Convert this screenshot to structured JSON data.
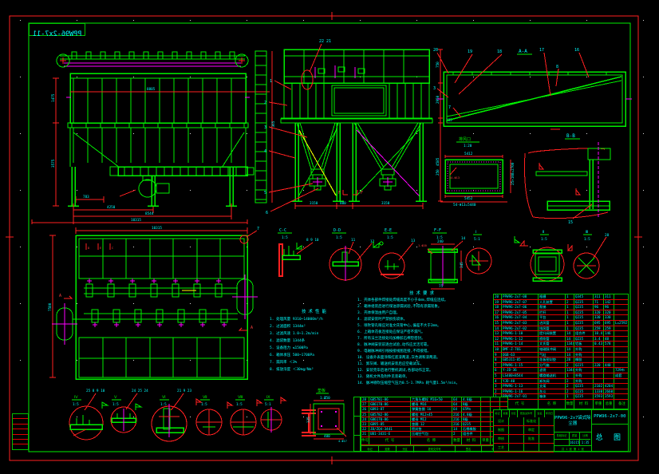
{
  "frame": {
    "mirror_label": "PPW96-2x7-11"
  },
  "labels": {
    "aa": "A-A",
    "bb": "B-B",
    "cc": "C-C",
    "dd": "D-D",
    "ee": "E-E",
    "ff": "F-F",
    "r1i": "Ⅰ",
    "r1ii": "Ⅱ",
    "r1iii": "Ⅲ",
    "s15": "1:5",
    "s51": "5:1",
    "s12": "1:2",
    "s120": "1:20",
    "outlet": "排风口",
    "plate": "垫板"
  },
  "dims": {
    "f783": "783",
    "f4250": "4250",
    "f8544": "8544",
    "f10315": "10315",
    "f1475": "1475",
    "f3575": "3575",
    "f8805": "8805",
    "f7365": "7365",
    "s3150a": "3150",
    "s800": "800",
    "s3150b": "3150",
    "s750": "750",
    "s2950": "2950",
    "s385": "385",
    "s4585": "4585",
    "p10315": "10315",
    "p7500": "7500",
    "o5412": "5412",
    "o5452": "5452",
    "o54n": "54-Φ13=5440",
    "o250": "250",
    "o2700": "25×108=2700",
    "ohole": "54-Φ13",
    "ff240": "240",
    "ff345": "345",
    "ff75": "75",
    "ffhole": "1-Φ20",
    "pl450": "450",
    "pl400": "400",
    "pl325": "325",
    "plhole": "4-Φ17"
  },
  "leaders": {
    "l1": "1",
    "l2": "2",
    "l3": "3",
    "l4": "4",
    "l5": "5",
    "l6": "6",
    "l7": "7",
    "top2221": "22 21",
    "aa20": "20",
    "aa19": "19",
    "aa18": "18",
    "aa17": "17",
    "aa16": "16",
    "aa3": "3",
    "aa7": "7",
    "aa8": "8",
    "bb15": "15",
    "cc8910": "8 9 10",
    "dd11": "11",
    "dd12": "12",
    "ee13": "13",
    "ff14": "14",
    "d28": "28",
    "pa": "A",
    "pf": "F",
    "pd": "D",
    "pe": "E",
    "pc": "C"
  },
  "details2": {
    "leaders": [
      "25 8 9 10",
      "24 25 24",
      "21 9 23"
    ],
    "items": [
      {
        "l": "Ⅳ",
        "s": "1:5"
      },
      {
        "l": "Ⅴ",
        "s": "1:5"
      },
      {
        "l": "Ⅵ",
        "s": "1:5"
      },
      {
        "l": "Ⅶ",
        "s": "1:5"
      },
      {
        "l": "Ⅷ",
        "s": "1:5"
      },
      {
        "l": "Ⅸ",
        "s": "5:1"
      }
    ]
  },
  "tech": {
    "title": "技术性能",
    "items": [
      "1. 处理风量 9310~14000m³/h",
      "2. 过滤面积 1344m²",
      "3. 过滤风速 1.0~1.2m/min",
      "4. 滤袋数量 1344条",
      "5. 设备阻力 ≤1500Pa",
      "6. 箱体承压 500~1700Pa",
      "7. 漏风率 ＜3%",
      "8. 排放浓度 ＜30mg/Nm³"
    ]
  },
  "notes": {
    "title": "技术要求",
    "items": [
      "1. 壳体各部件焊接处焊缝高度不小于4mm,焊缝应连续。",
      "2. 箱体组装后进行煤油渗漏试验,不得有渗漏现象。",
      "3. 壳体保温由用户自理。",
      "4. 滤袋安装时严禁损伤袋体。",
      "5. 喷吹管孔眼应对准文氏管中心,偏差不大于2mm。",
      "6. 上箱体花板连接处应保证严密不漏气。",
      "7. 所有法兰连接处均加橡胶石棉垫密封。",
      "8. 脉冲阀安装前逐台试验,动作应灵活可靠。",
      "9. 电磁脉冲阀引线按接线图连接,不得接错。",
      "10. 设备外表面涂铁红底漆两道,灰色调和漆两道。",
      "11. 卸灰阀、输送机安装后应空载试车。",
      "12. 安装完毕后进行整机调试,各部动作正常。",
      "13. 随机文件及附件见装箱单。",
      "14. 脉冲喷吹压缩空气压力0.5-1.7MPa 耗气量1.5m³/min。"
    ]
  },
  "bom": {
    "headers": [
      "件号",
      "代  号",
      "名  称",
      "数量",
      "材  料",
      "单重",
      "总重",
      "备注"
    ],
    "rows_upper": [
      [
        "20",
        "PPW96-2x7-08",
        "格栅",
        "1",
        "Q345",
        "311",
        "311",
        ""
      ],
      [
        "19",
        "PPW96-2x7-07",
        "人孔装置",
        "2",
        "Q235",
        "71",
        "142",
        ""
      ],
      [
        "18",
        "PPW96-2x7-06",
        "爬梯",
        "1",
        "Q235",
        "96",
        "96",
        ""
      ],
      [
        "17",
        "PPW96-2x7-05",
        "栏杆",
        "1",
        "Q235",
        "320",
        "320",
        ""
      ],
      [
        "16",
        "PPW96-2x7-04",
        "平台",
        "1",
        "Q235",
        "330",
        "330",
        ""
      ],
      [
        "15",
        "PPW96-2x7-03",
        "进风管",
        "1",
        "Q235",
        "695",
        "695",
        "L=2592"
      ],
      [
        "14",
        "PPW96-2x7-02",
        "排风管",
        "1",
        "Q235",
        "259",
        "259",
        ""
      ],
      [
        "13",
        "PPW96-1-10",
        "提升阀装置",
        "14",
        "组合件",
        "10.4",
        "146",
        ""
      ],
      [
        "12",
        "PPW96-1-12",
        "喷吹管",
        "14",
        "Q235",
        "3.4",
        "48",
        ""
      ],
      [
        "11",
        "PPW96-1-14",
        "文氏管",
        "1344",
        "铝板",
        "0.43",
        "578",
        ""
      ],
      [
        "10",
        "DMF-Z-76S",
        "电磁脉冲阀",
        "14",
        "外购",
        "",
        "",
        ""
      ],
      [
        "9",
        "QGB-63",
        "气缸",
        "14",
        "外购",
        "",
        "",
        ""
      ],
      [
        "8",
        "GB5311-85",
        "花板密封垫",
        "28",
        "橡胶",
        "",
        "",
        ""
      ],
      [
        "7",
        "PPW96-1-15",
        "分气箱",
        "2",
        "Q235",
        "220",
        "440",
        ""
      ],
      [
        "6",
        "Y-JD-36",
        "滤袋",
        "1344",
        "外购",
        "",
        "",
        "729布"
      ],
      [
        "5",
        "LS400×8544",
        "螺旋输送机",
        "1",
        "外购",
        "",
        "",
        "成套"
      ],
      [
        "4",
        "YJD-40",
        "卸灰阀",
        "2",
        "外购",
        "",
        "",
        ""
      ],
      [
        "3",
        "PPW96-1-13",
        "支架",
        "2",
        "Q235",
        "2102",
        "4204",
        ""
      ],
      [
        "2",
        "PPW96-1-16",
        "灰斗",
        "2",
        "Q235",
        "1330",
        "2660",
        ""
      ],
      [
        "1",
        "PPW96-2x7-01",
        "箱体",
        "1",
        "Q235",
        "3593",
        "3593",
        ""
      ]
    ],
    "rows_lower": [
      [
        "28",
        "GB5781-86",
        "六角头螺栓 M16×50",
        "64",
        "4.8级",
        "",
        "",
        ""
      ],
      [
        "27",
        "GB6170-86",
        "螺母 M16",
        "64",
        "8级",
        "",
        "",
        ""
      ],
      [
        "26",
        "GB93-87",
        "弹簧垫圈 16",
        "64",
        "65Mn",
        "",
        "",
        ""
      ],
      [
        "25",
        "GB5782-86",
        "螺栓 M12×45",
        "216",
        "4.8级",
        "",
        "",
        ""
      ],
      [
        "24",
        "GB6170-86",
        "螺母 M12",
        "216",
        "8级",
        "",
        "",
        ""
      ],
      [
        "23",
        "GB95-85",
        "垫圈 12",
        "216",
        "Q235",
        "",
        "",
        ""
      ],
      [
        "22",
        "JB/ZQ4-3441",
        "密封垫",
        "14",
        "石棉橡胶",
        "",
        "",
        ""
      ],
      [
        "21",
        "UB1-3431-E",
        "压缩空气包",
        "2",
        "组合件",
        "",
        "",
        ""
      ]
    ]
  },
  "title_block": {
    "rev_header": [
      "标记",
      "处数",
      "分区",
      "更改文件号",
      "签名",
      "年月日"
    ],
    "sign_rows": [
      [
        "设计",
        "标准化"
      ],
      [
        "制图",
        "审定"
      ],
      [
        "审核",
        "批准"
      ],
      [
        "工艺",
        ""
      ]
    ],
    "title": "PPW96-2x7袋式除尘器",
    "number": "PPW96-2x7-00",
    "type": "总 图",
    "stage_label": "阶段标记",
    "mass_label": "质量",
    "scale_label": "比例",
    "mass": "16115",
    "scale": "1:35",
    "sheet": "共 1 张 第 1 张",
    "strip": [
      "标记",
      "处数",
      "分区",
      "更改文件号",
      "签名",
      "年月日"
    ]
  }
}
